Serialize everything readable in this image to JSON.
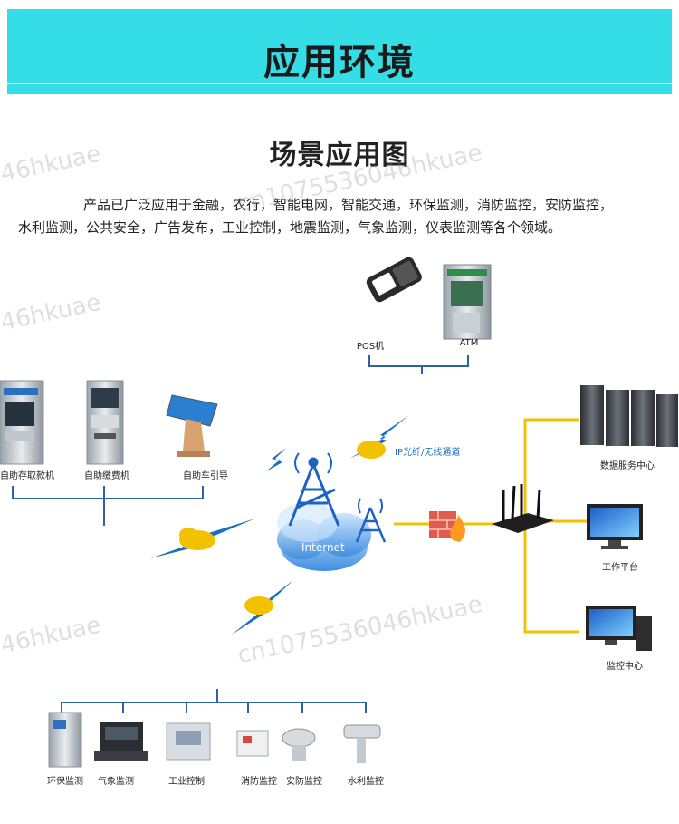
{
  "header": {
    "title": "应用环境"
  },
  "subtitle": "场景应用图",
  "intro": {
    "line1": "产品已广泛应用于金融，农行，智能电网，智能交通，环保监测，消防监控，安防监控，",
    "line2": "水利监测，公共安全，广告发布，工业控制，地震监测，气象监测，仪表监测等各个领域。"
  },
  "top_devices": {
    "pos": "POS机",
    "atm": "ATM"
  },
  "left_devices": {
    "d1": "自助存取款机",
    "d2": "自助缴费机",
    "d3": "自助车引导"
  },
  "center": {
    "internet": "Internet",
    "ip_label": "IP光纤/无线通道"
  },
  "right_devices": {
    "server": "数据服务中心",
    "workstation": "工作平台",
    "monitor": "监控中心"
  },
  "bottom_devices": {
    "b1": "环保监测",
    "b2": "气象监测",
    "b3": "工业控制",
    "b4": "消防监控",
    "b5": "安防监控",
    "b6": "水利监控"
  },
  "watermark": "cn1075536046hkuae",
  "watermark_short": "46hkuae",
  "colors": {
    "header": "#35dde6",
    "tree": "#2d62a8",
    "yellow": "#f2c200",
    "bolt": "#1a6fc4"
  }
}
